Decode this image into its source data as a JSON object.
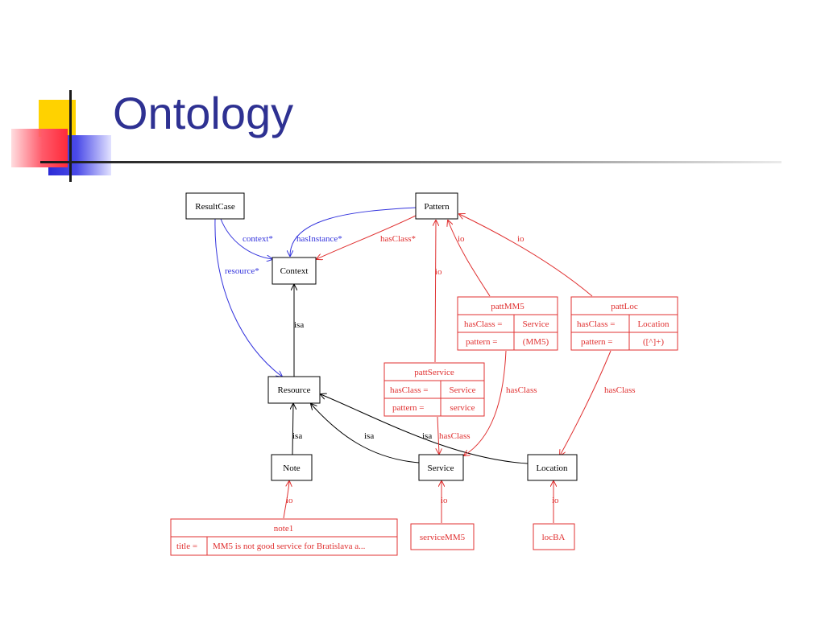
{
  "slide": {
    "title": "Ontology"
  },
  "colors": {
    "title": "#2e3192",
    "black_edges": "#000000",
    "blue_edges": "#3333dd",
    "red_edges": "#e03030"
  },
  "nodes": {
    "result_case": "ResultCase",
    "pattern": "Pattern",
    "context": "Context",
    "resource": "Resource",
    "note": "Note",
    "service": "Service",
    "location": "Location"
  },
  "instances": {
    "patt_mm5": {
      "name": "pattMM5",
      "rows": [
        [
          "hasClass =",
          "Service"
        ],
        [
          "pattern =",
          "(MM5)"
        ]
      ]
    },
    "patt_loc": {
      "name": "pattLoc",
      "rows": [
        [
          "hasClass =",
          "Location"
        ],
        [
          "pattern =",
          "([^]+)"
        ]
      ]
    },
    "patt_service": {
      "name": "pattService",
      "rows": [
        [
          "hasClass =",
          "Service"
        ],
        [
          "pattern =",
          "service"
        ]
      ]
    },
    "note1": {
      "name": "note1",
      "rows": [
        [
          "title =",
          "MM5 is not good service for Bratislava a..."
        ]
      ]
    },
    "service_mm5": {
      "name": "serviceMM5"
    },
    "loc_ba": {
      "name": "locBA"
    }
  },
  "edge_labels": {
    "context": "context*",
    "has_instance": "hasInstance*",
    "has_class_star": "hasClass*",
    "resource": "resource*",
    "io": "io",
    "isa": "isa",
    "has_class": "hasClass"
  }
}
